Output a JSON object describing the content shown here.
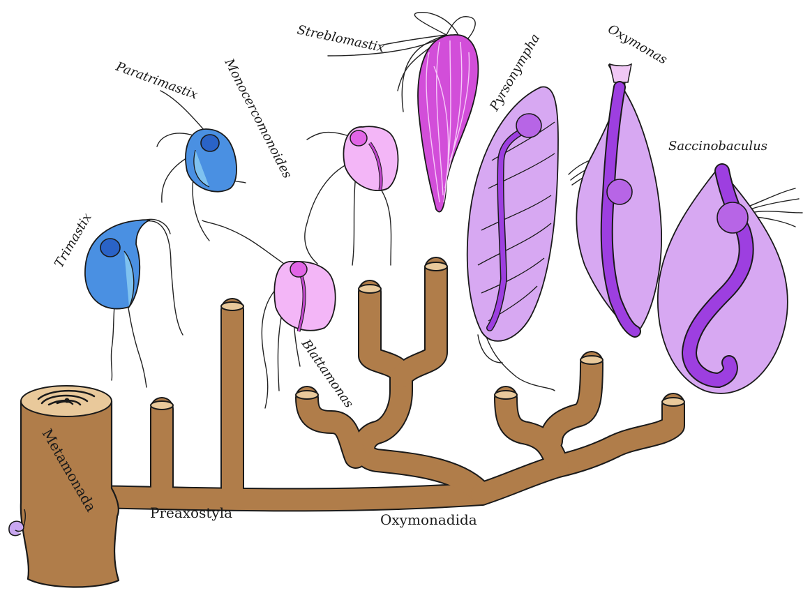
{
  "colors": {
    "wood": "#b07d4a",
    "wood_top": "#e9c99b",
    "blue_cell": "#4a90e2",
    "pink_cell": "#f3b6f7",
    "magenta_cell": "#d24ed9",
    "lilac_cell": "#d7a8f2",
    "purple_structure": "#9d3fe0"
  },
  "clades": {
    "metamonada": "Metamonada",
    "preaxostyla": "Preaxostyla",
    "oxymonadida": "Oxymonadida"
  },
  "taxa": {
    "trimastix": "Trimastix",
    "paratrimastix": "Paratrimastix",
    "monocercomonoides": "Monocercomonoides",
    "blattamonas": "Blattamonas",
    "streblomastix": "Streblomastix",
    "pyrsonympha": "Pyrsonympha",
    "oxymonas": "Oxymonas",
    "saccinobaculus": "Saccinobaculus"
  }
}
